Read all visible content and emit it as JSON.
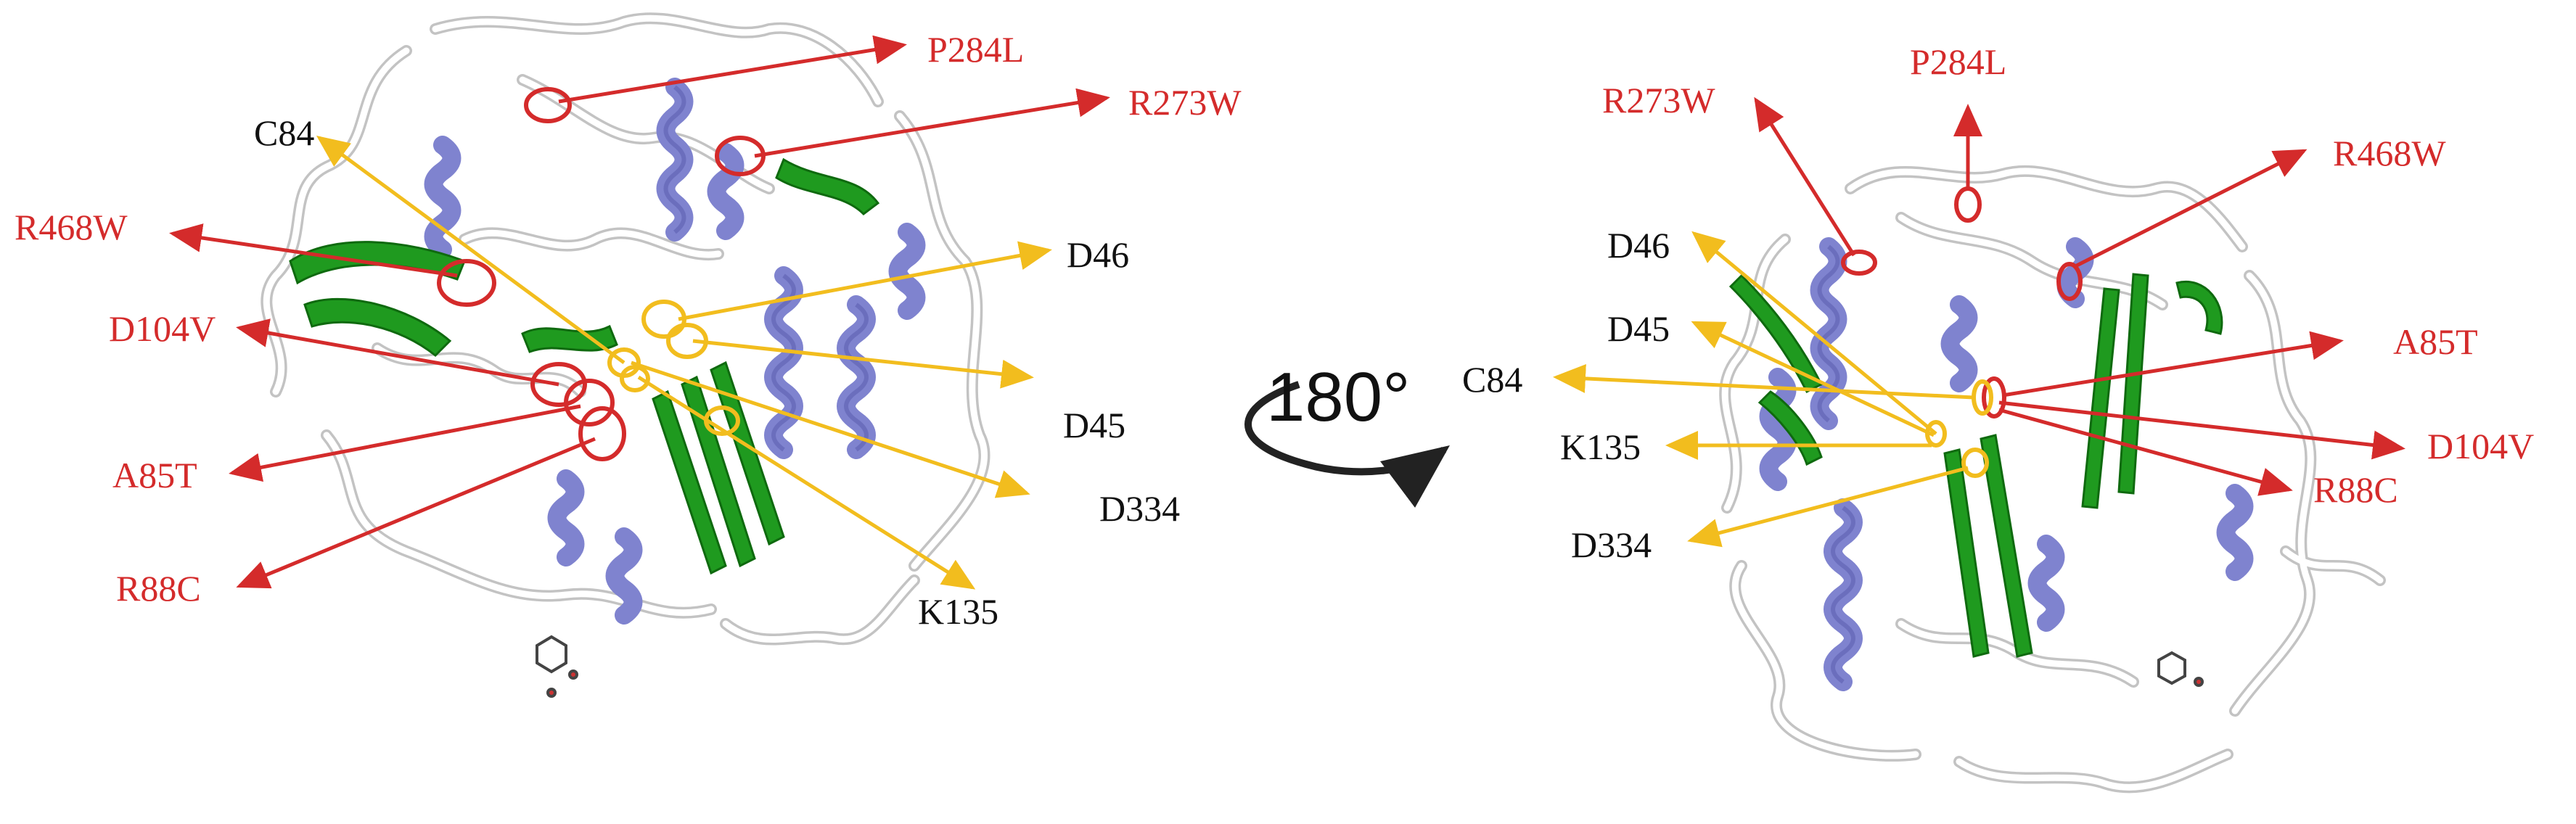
{
  "figure": {
    "rotation_label": "180°",
    "colors": {
      "mutation": "#d42b2b",
      "catalytic": "#f2bd1e",
      "helix": "#7f83cf",
      "sheet": "#1f9a1f",
      "coil": "#d8d8d8",
      "text": "#111111"
    },
    "left_view": {
      "mutations": [
        "P284L",
        "R273W",
        "R468W",
        "D104V",
        "A85T",
        "R88C"
      ],
      "residues": [
        "C84",
        "D46",
        "D45",
        "D334",
        "K135"
      ]
    },
    "right_view": {
      "mutations": [
        "R273W",
        "P284L",
        "R468W",
        "A85T",
        "D104V",
        "R88C"
      ],
      "residues": [
        "D46",
        "D45",
        "C84",
        "K135",
        "D334"
      ]
    }
  }
}
